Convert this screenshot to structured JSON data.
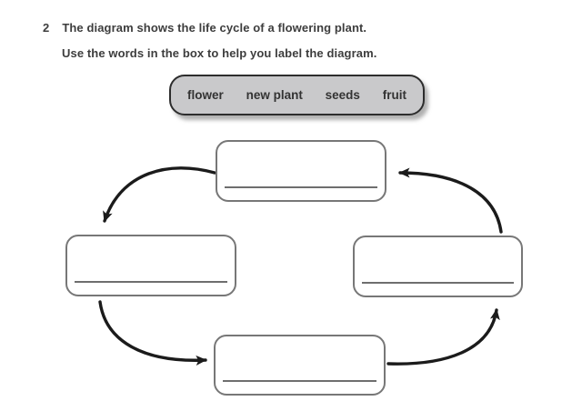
{
  "question": {
    "number": "2",
    "line1": "The diagram shows the life cycle of a flowering plant.",
    "line2": "Use the words in the box to help you label the diagram."
  },
  "word_bank": {
    "words": [
      "flower",
      "new plant",
      "seeds",
      "fruit"
    ]
  },
  "diagram": {
    "boxes": [
      {
        "id": "top",
        "value": ""
      },
      {
        "id": "left",
        "value": ""
      },
      {
        "id": "bottom",
        "value": ""
      },
      {
        "id": "right",
        "value": ""
      }
    ],
    "arrows": [
      {
        "from": "top",
        "to": "left"
      },
      {
        "from": "left",
        "to": "bottom"
      },
      {
        "from": "bottom",
        "to": "right"
      },
      {
        "from": "right",
        "to": "top"
      }
    ]
  },
  "colors": {
    "background": "#ffffff",
    "text": "#3d3d3d",
    "word_bank_fill": "#c9c9cb",
    "word_bank_border": "#2d2d2d",
    "word_bank_shadow": "#7d7d7d",
    "box_border": "#777777",
    "answer_line": "#6e6e6e",
    "arrow": "#1b1b1b"
  }
}
